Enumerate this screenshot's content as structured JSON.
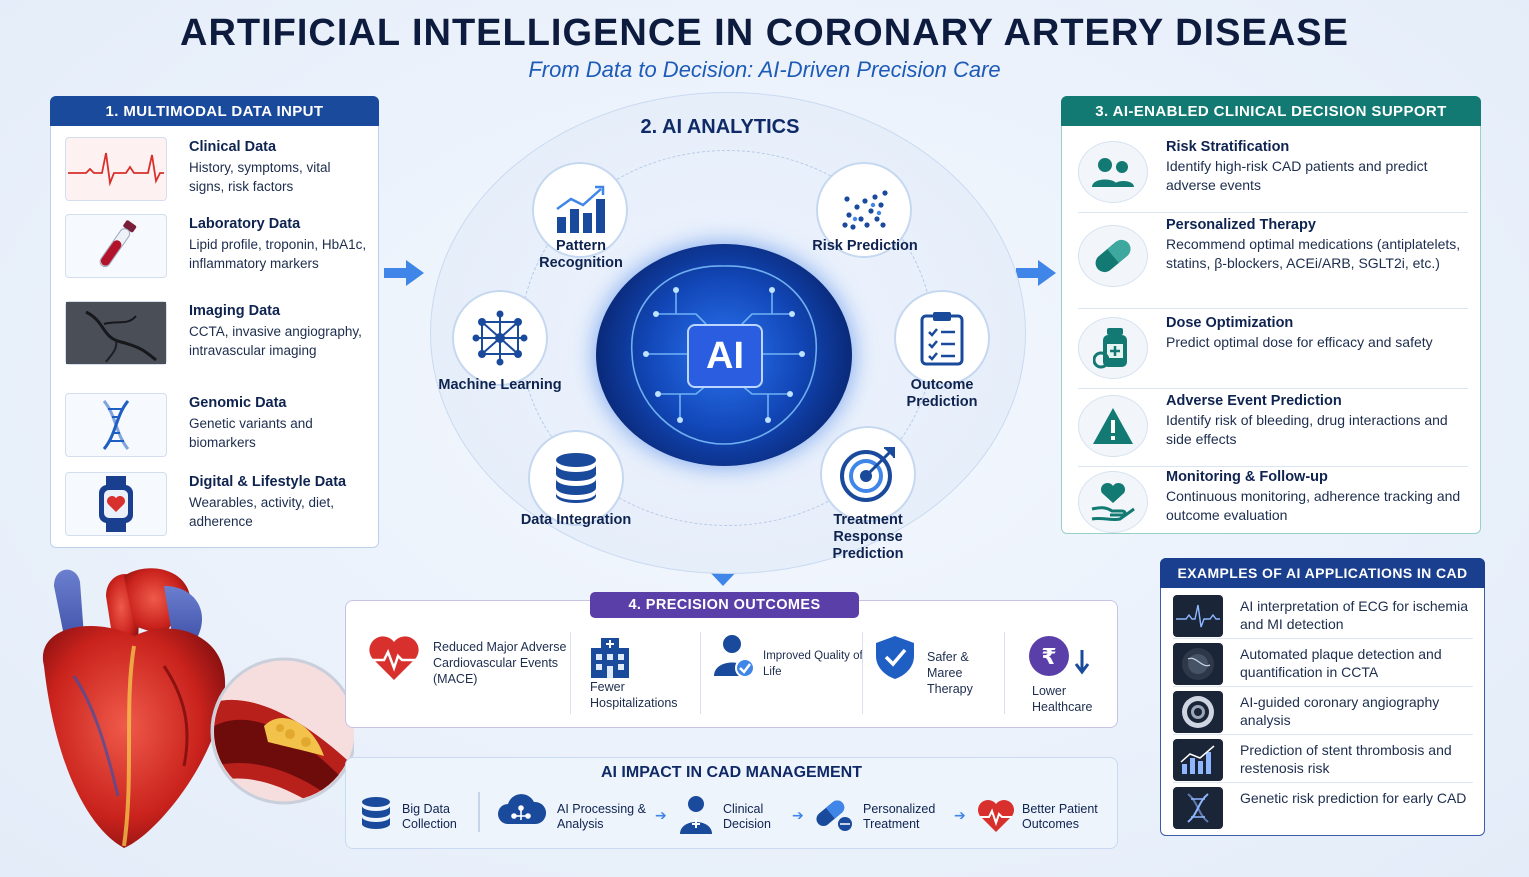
{
  "header": {
    "title": "ARTIFICIAL INTELLIGENCE IN CORONARY ARTERY DISEASE",
    "subtitle": "From Data to Decision: AI-Driven Precision Care"
  },
  "panel1": {
    "heading": "1. MULTIMODAL DATA INPUT",
    "items": [
      {
        "title": "Clinical Data",
        "desc": "History, symptoms, vital signs, risk factors",
        "icon": "ecg-waveform-icon"
      },
      {
        "title": "Laboratory Data",
        "desc": "Lipid profile, troponin, HbA1c, inflammatory markers",
        "icon": "test-tube-icon"
      },
      {
        "title": "Imaging Data",
        "desc": "CCTA, invasive angiography, intravascular imaging",
        "icon": "angiogram-image"
      },
      {
        "title": "Genomic Data",
        "desc": "Genetic variants and biomarkers",
        "icon": "dna-icon"
      },
      {
        "title": "Digital & Lifestyle Data",
        "desc": "Wearables, activity, diet, adherence",
        "icon": "smartwatch-icon"
      }
    ]
  },
  "analytics": {
    "heading": "2. AI ANALYTICS",
    "core_label": "AI",
    "nodes": [
      {
        "label": "Pattern Recognition",
        "icon": "bar-chart-icon"
      },
      {
        "label": "Risk Prediction",
        "icon": "scatter-plot-icon"
      },
      {
        "label": "Machine Learning",
        "icon": "network-icon"
      },
      {
        "label": "Outcome Prediction",
        "icon": "clipboard-checklist-icon"
      },
      {
        "label": "Data Integration",
        "icon": "database-icon"
      },
      {
        "label": "Treatment Response Prediction",
        "icon": "target-icon"
      }
    ]
  },
  "panel3": {
    "heading": "3. AI-ENABLED CLINICAL DECISION SUPPORT",
    "items": [
      {
        "title": "Risk Stratification",
        "desc": "Identify high-risk CAD patients and predict adverse events",
        "icon": "patients-icon"
      },
      {
        "title": "Personalized Therapy",
        "desc": "Recommend optimal medications (antiplatelets, statins, β-blockers, ACEi/ARB, SGLT2i, etc.)",
        "icon": "pill-icon"
      },
      {
        "title": "Dose Optimization",
        "desc": "Predict optimal dose for efficacy and safety",
        "icon": "medicine-bottle-icon"
      },
      {
        "title": "Adverse Event Prediction",
        "desc": "Identify risk of bleeding, drug interactions and side effects",
        "icon": "warning-icon"
      },
      {
        "title": "Monitoring & Follow-up",
        "desc": "Continuous monitoring, adherence tracking and outcome evaluation",
        "icon": "heart-in-hand-icon"
      }
    ]
  },
  "examples": {
    "heading": "EXAMPLES OF AI APPLICATIONS IN CAD",
    "items": [
      {
        "text": "AI interpretation of ECG for ischemia and MI detection",
        "icon": "ecg-thumb-icon"
      },
      {
        "text": "Automated plaque detection and quantification in CCTA",
        "icon": "ct-scan-thumb-icon"
      },
      {
        "text": "AI-guided coronary angiography analysis",
        "icon": "ivus-thumb-icon"
      },
      {
        "text": "Prediction of stent thrombosis and restenosis risk",
        "icon": "chart-thumb-icon"
      },
      {
        "text": "Genetic risk prediction for early CAD",
        "icon": "dna-thumb-icon"
      }
    ]
  },
  "outcomes": {
    "heading": "4. PRECISION OUTCOMES",
    "items": [
      {
        "label": "Reduced Major Adverse Cardiovascular Events (MACE)",
        "icon": "heart-pulse-icon"
      },
      {
        "label": "Fewer Hospitalizations",
        "icon": "hospital-icon"
      },
      {
        "label": "Improved Quality of Life",
        "icon": "person-check-icon"
      },
      {
        "label": "Safer & Maree Therapy",
        "icon": "shield-check-icon"
      },
      {
        "label": "Lower Healthcare",
        "icon": "rupee-down-icon"
      }
    ]
  },
  "impact": {
    "heading": "AI IMPACT IN CAD MANAGEMENT",
    "steps": [
      {
        "label": "Big Data Collection",
        "icon": "database-icon"
      },
      {
        "label": "AI Processing & Analysis",
        "icon": "cloud-network-icon"
      },
      {
        "label": "Clinical Decision",
        "icon": "doctor-icon"
      },
      {
        "label": "Personalized Treatment",
        "icon": "capsule-icon"
      },
      {
        "label": "Better Patient Outcomes",
        "icon": "heart-pulse-icon"
      }
    ]
  },
  "colors": {
    "panel1_accent": "#1a4a9c",
    "panel3_accent": "#127a72",
    "outcomes_accent": "#5a3fa8",
    "examples_accent": "#1a3f8f",
    "heart_red": "#d8302c"
  }
}
